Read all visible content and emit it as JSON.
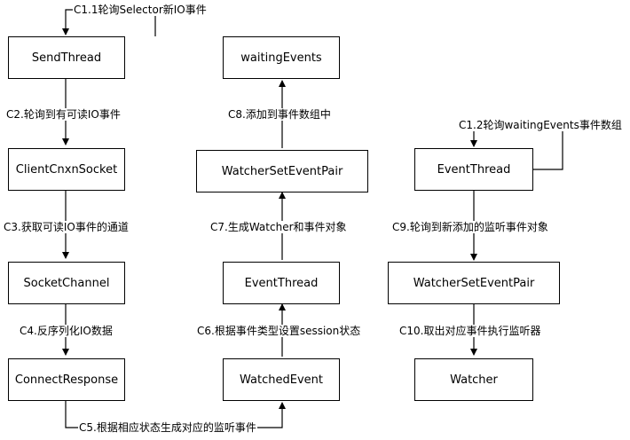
{
  "nodes": {
    "send_thread": "SendThread",
    "client_cnxn_socket": "ClientCnxnSocket",
    "socket_channel": "SocketChannel",
    "connect_response": "ConnectResponse",
    "waiting_events": "waitingEvents",
    "watcher_set_event_pair_mid": "WatcherSetEventPair",
    "event_thread_mid": "EventThread",
    "watched_event": "WatchedEvent",
    "event_thread_right": "EventThread",
    "watcher_set_event_pair_right": "WatcherSetEventPair",
    "watcher": "Watcher"
  },
  "edges": {
    "c1_1": "C1.1轮询Selector新IO事件",
    "c2": "C2.轮询到有可读IO事件",
    "c3": "C3.获取可读IO事件的通道",
    "c4": "C4.反序列化IO数据",
    "c5": "C5.根据相应状态生成对应的监听事件",
    "c6": "C6.根据事件类型设置session状态",
    "c7": "C7.生成Watcher和事件对象",
    "c8": "C8.添加到事件数组中",
    "c1_2": "C1.2轮询waitingEvents事件数组",
    "c9": "C9.轮询到新添加的监听事件对象",
    "c10": "C10.取出对应事件执行监听器"
  },
  "colors": {
    "stroke": "#000000",
    "background": "#ffffff"
  }
}
